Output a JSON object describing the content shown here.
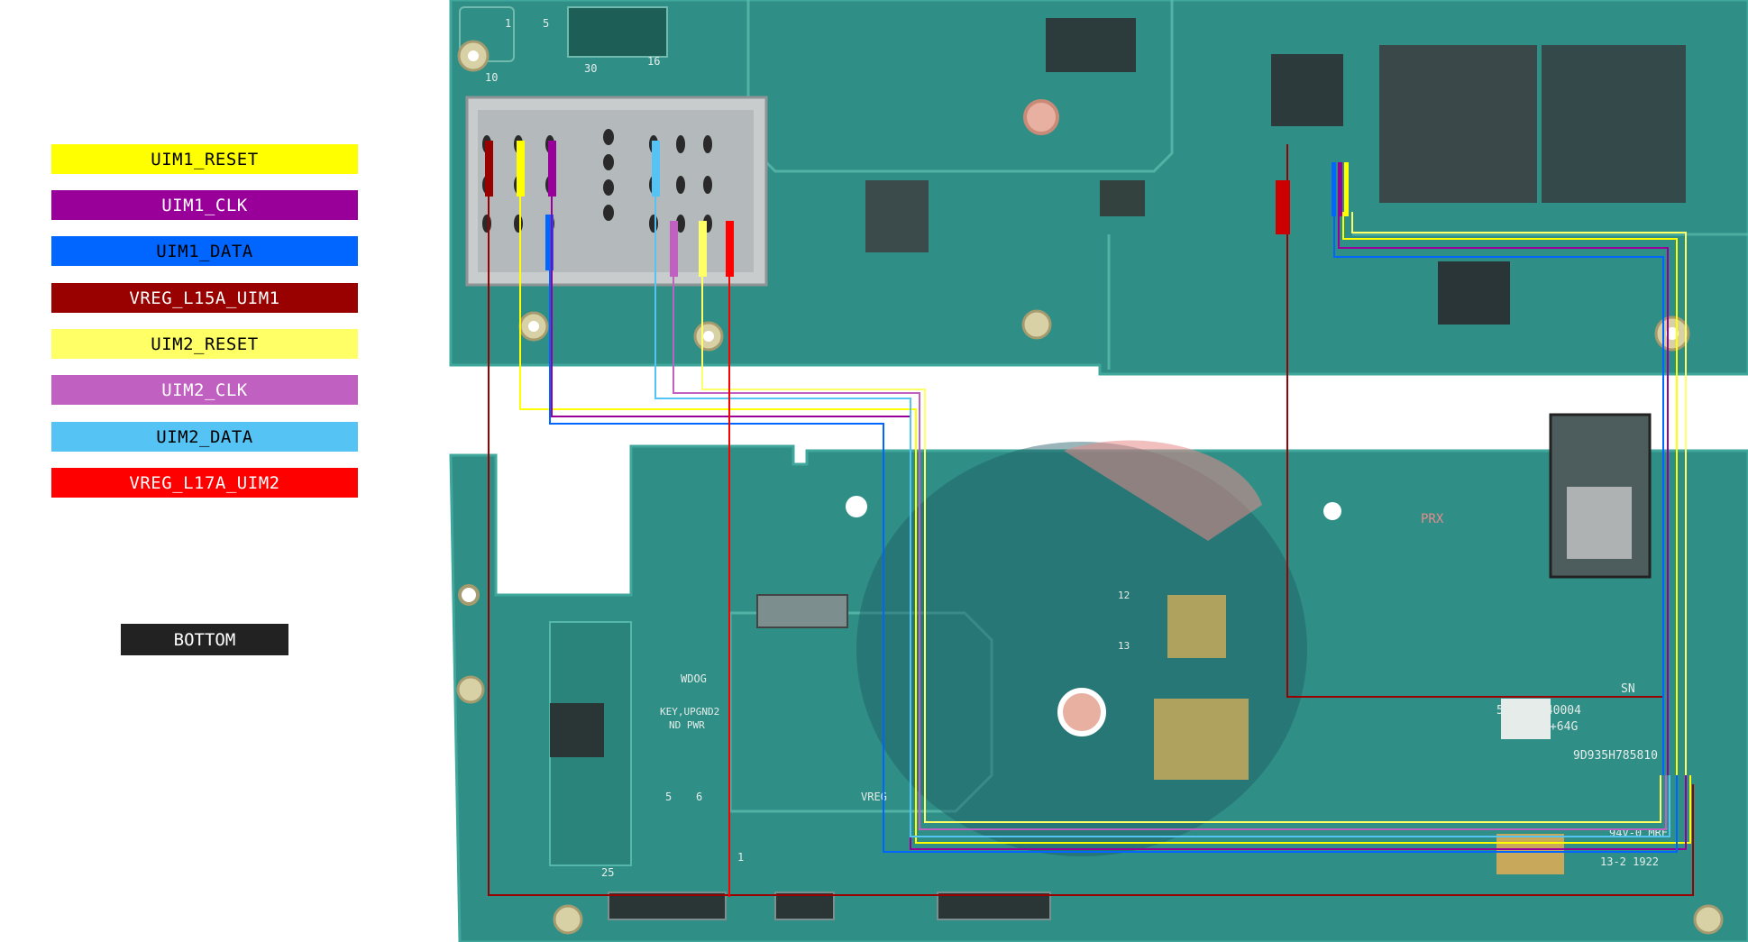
{
  "legend": [
    {
      "label": "UIM1_RESET",
      "bg": "#ffff00",
      "fg": "#000000"
    },
    {
      "label": "UIM1_CLK",
      "bg": "#990099",
      "fg": "#ffffff"
    },
    {
      "label": "UIM1_DATA",
      "bg": "#0066ff",
      "fg": "#000000"
    },
    {
      "label": "VREG_L15A_UIM1",
      "bg": "#990000",
      "fg": "#ffffff"
    },
    {
      "label": "UIM2_RESET",
      "bg": "#ffff66",
      "fg": "#000000"
    },
    {
      "label": "UIM2_CLK",
      "bg": "#c060c0",
      "fg": "#ffffff"
    },
    {
      "label": "UIM2_DATA",
      "bg": "#55c4f5",
      "fg": "#000000"
    },
    {
      "label": "VREG_L17A_UIM2",
      "bg": "#ff0000",
      "fg": "#ffffff"
    }
  ],
  "view_label": "BOTTOM",
  "board_text": {
    "top_1": "1",
    "top_5": "5",
    "top_10": "10",
    "top_30": "30",
    "top_16": "16",
    "wdog": "WDOG",
    "key_row": "KEY,UPGND2",
    "nd_pwr": "ND  PWR",
    "vreg": "VREG",
    "num_5": "5",
    "num_6": "6",
    "num_25": "25",
    "num_1": "1",
    "num_13": "13",
    "num_12": "12",
    "prx": "PRX",
    "sn": "SN",
    "serial": "520D90140004",
    "lte": "LTE 4G+64G",
    "code2": "9D935H785810",
    "hb": "94V-0 MRF",
    "date": "13-2 1922"
  }
}
